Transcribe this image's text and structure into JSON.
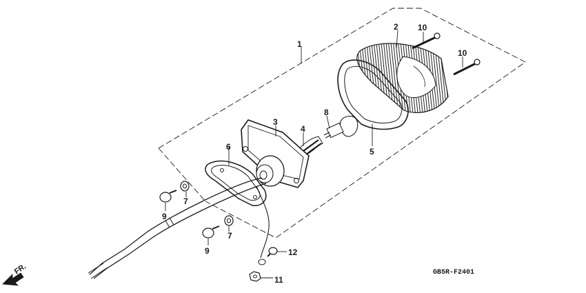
{
  "callouts": {
    "c1": "1",
    "c2": "2",
    "c3": "3",
    "c4": "4",
    "c5": "5",
    "c6": "6",
    "c7a": "7",
    "c7b": "7",
    "c8": "8",
    "c9a": "9",
    "c9b": "9",
    "c10a": "10",
    "c10b": "10",
    "c11": "11",
    "c12": "12"
  },
  "diagram_code": "GB5R-F2401",
  "front_marker": "FR."
}
